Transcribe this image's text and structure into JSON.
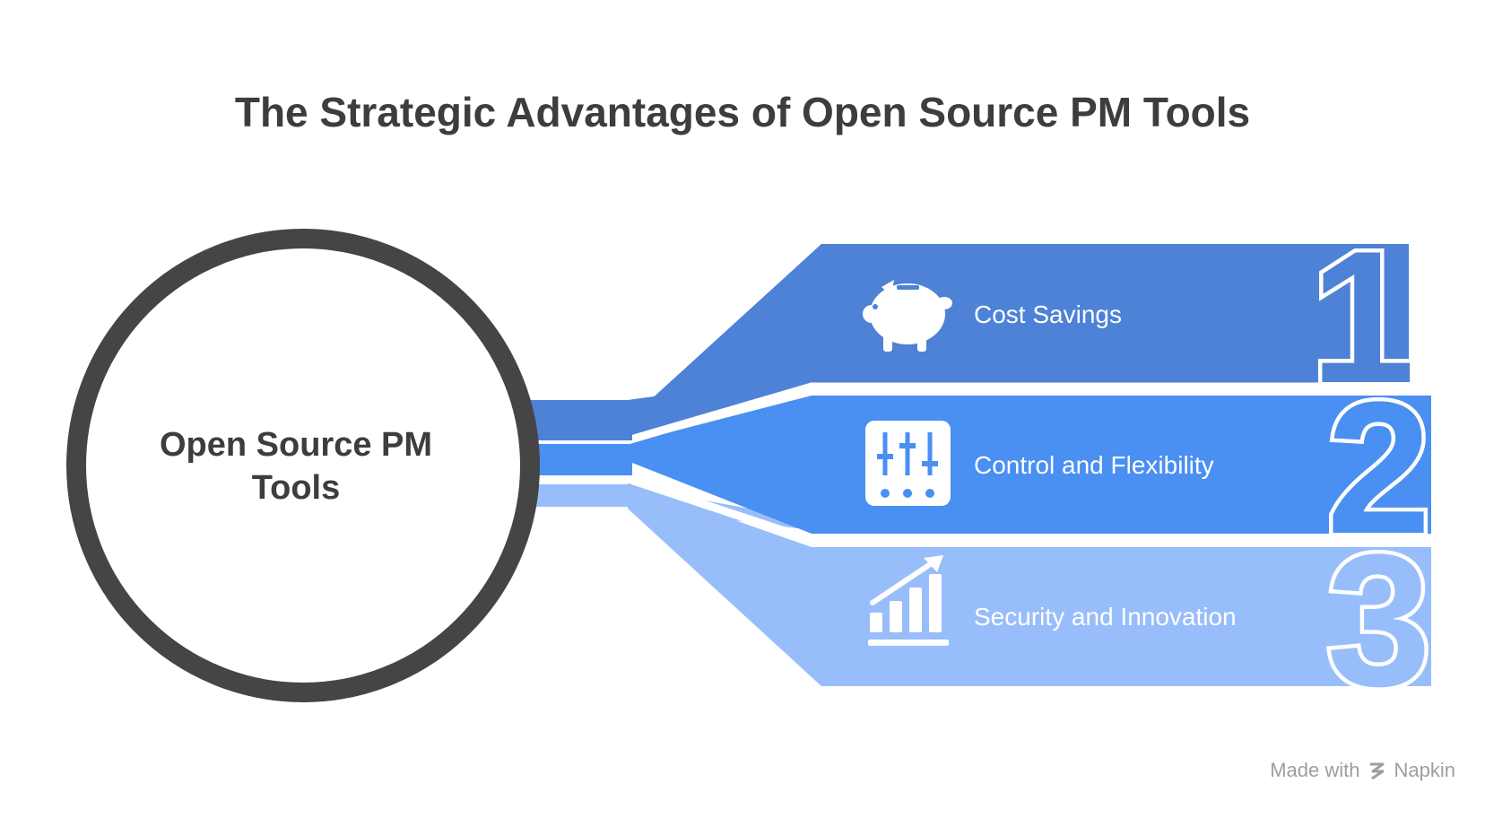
{
  "title": "The Strategic Advantages of Open Source PM Tools",
  "center": {
    "label_line1": "Open Source PM",
    "label_line2": "Tools"
  },
  "items": [
    {
      "number": "1",
      "label": "Cost Savings",
      "icon": "piggy-bank-icon",
      "color": "#4d82d6"
    },
    {
      "number": "2",
      "label": "Control and Flexibility",
      "icon": "sliders-icon",
      "color": "#4a8ff2"
    },
    {
      "number": "3",
      "label": "Security and Innovation",
      "icon": "growth-chart-icon",
      "color": "#98bdfb"
    }
  ],
  "colors": {
    "ring": "#454545",
    "text": "#3d3d3d",
    "footer": "#9e9e9e"
  },
  "footer": {
    "made_with": "Made with",
    "brand": "Napkin"
  }
}
